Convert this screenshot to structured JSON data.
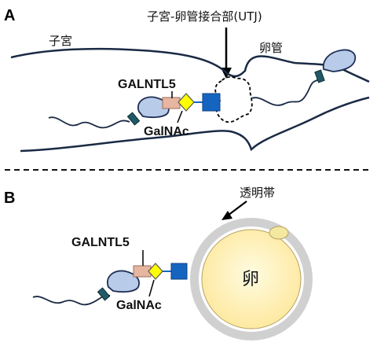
{
  "panel_a": {
    "label": "A",
    "uterus_label": "子宮",
    "oviduct_label": "卵管",
    "utj_label": "子宮-卵管接合部(UTJ)",
    "galntl5_label": "GALNTL5",
    "galnac_label": "GalNAc"
  },
  "panel_b": {
    "label": "B",
    "zona_label": "透明帯",
    "egg_label": "卵",
    "galntl5_label": "GALNTL5",
    "galnac_label": "GalNAc"
  },
  "colors": {
    "sperm_head": "#b8cbe8",
    "sperm_head_stroke": "#1f2f55",
    "midpiece": "#1f5a66",
    "galntl5_bar": "#e6b6a0",
    "galnac_diamond": "#ffff00",
    "blue_square": "#1565c0",
    "egg_fill": "#fef6c0",
    "zona": "#cccccc",
    "polar_body": "#f4e7a0"
  }
}
